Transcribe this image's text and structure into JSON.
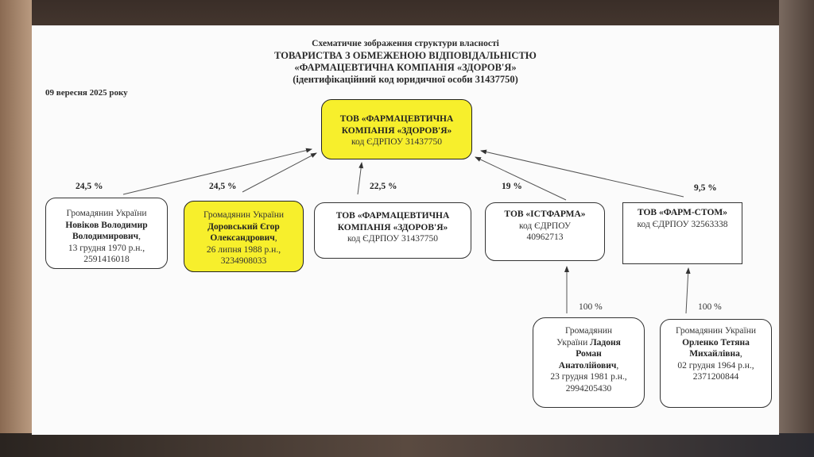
{
  "title": {
    "line1": "Схематичне зображення структури власності",
    "line2": "ТОВАРИСТВА З ОБМЕЖЕНОЮ ВІДПОВІДАЛЬНІСТЮ",
    "line3": "«ФАРМАЦЕВТИЧНА КОМПАНІЯ «ЗДОРОВ'Я»",
    "line4": "(ідентифікаційний код юридичної особи 31437750)"
  },
  "date": "09 вересня 2025 року",
  "colors": {
    "highlight": "#f7ef2c"
  },
  "root": {
    "name1": "ТОВ «ФАРМАЦЕВТИЧНА",
    "name2": "КОМПАНІЯ «ЗДОРОВ'Я»",
    "code": "код ЄДРПОУ 31437750"
  },
  "owners": [
    {
      "share": "24,5 %",
      "prefix": "Громадянин України",
      "name1": "Новіков Володимир",
      "name2": "Володимирович",
      "dob": "13 грудня 1970 р.н.,",
      "id": "2591416018"
    },
    {
      "share": "24,5 %",
      "prefix": "Громадянин України",
      "name1": "Доровський Єгор",
      "name2": "Олександрович",
      "dob": "26 липня 1988 р.н.,",
      "id": "3234908033"
    },
    {
      "share": "22,5 %",
      "name1": "ТОВ «ФАРМАЦЕВТИЧНА",
      "name2": "КОМПАНІЯ «ЗДОРОВ'Я»",
      "code": "код ЄДРПОУ 31437750"
    },
    {
      "share": "19 %",
      "name1": "ТОВ «ІСТФАРМА»",
      "code1": "код ЄДРПОУ",
      "code2": "40962713"
    },
    {
      "share": "9,5 %",
      "name1": "ТОВ «ФАРМ-СТОМ»",
      "code": "код ЄДРПОУ 32563338"
    }
  ],
  "sub_owners": [
    {
      "share": "100 %",
      "prefix1": "Громадянин",
      "prefix2": "України",
      "name1": "Ладоня",
      "name2": "Роман",
      "name3": "Анатолійович",
      "dob": "23 грудня 1981 р.н.,",
      "id": "2994205430"
    },
    {
      "share": "100 %",
      "prefix": "Громадянин України",
      "name1": "Орленко Тетяна",
      "name2": "Михайлівна",
      "dob": "02 грудня 1964 р.н.,",
      "id": "2371200844"
    }
  ]
}
